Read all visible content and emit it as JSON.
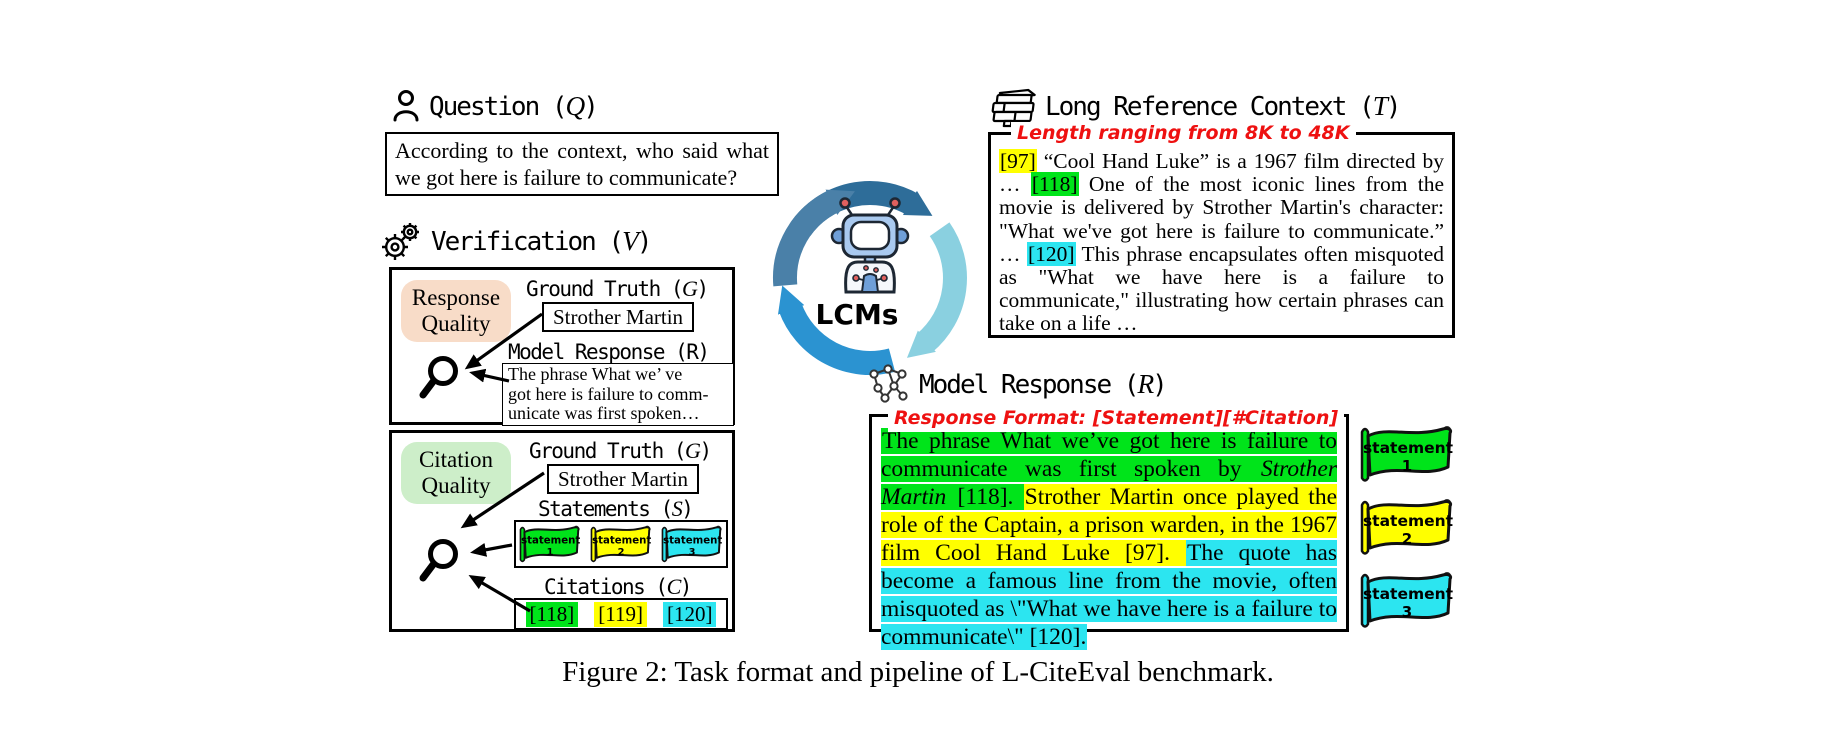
{
  "colors": {
    "yellow": "#ffff00",
    "green": "#00e41a",
    "cyan": "#2ce5f0",
    "badge-pink": "#f8dcc8",
    "badge-green": "#cdeec9",
    "red-note": "#ee1111",
    "arrow-top": "#2e6d99",
    "arrow-right": "#8ad0e0",
    "arrow-bottom": "#2b93d1",
    "arrow-left": "#4a80a8"
  },
  "caption": "Figure 2: Task format and pipeline of L-CiteEval benchmark.",
  "center": {
    "label": "LCMs"
  },
  "question": {
    "title": "Question (Q)",
    "text": "According to the context, who said what we got here is failure to communicate?"
  },
  "verification": {
    "title": "Verification (V)",
    "response_quality": {
      "badge": "Response Quality",
      "ground_truth_title": "Ground Truth (G)",
      "ground_truth_value": "Strother Martin",
      "response_title": "Model Response (R)",
      "response_lines": [
        "The phrase What we’ ve",
        "got here is failure to comm-",
        "unicate was first spoken…"
      ]
    },
    "citation_quality": {
      "badge": "Citation Quality",
      "ground_truth_title": "Ground Truth (G)",
      "ground_truth_value": "Strother Martin",
      "statements_title": "Statements (S)",
      "statements": [
        {
          "label": "statement",
          "num": "1",
          "hl": "green"
        },
        {
          "label": "statement",
          "num": "2",
          "hl": "yellow"
        },
        {
          "label": "statement",
          "num": "3",
          "hl": "cyan"
        }
      ],
      "citations_title": "Citations (C)",
      "citations": [
        {
          "t": "[118]",
          "hl": "green"
        },
        {
          "t": "[119]",
          "hl": "yellow"
        },
        {
          "t": "[120]",
          "hl": "cyan"
        }
      ]
    }
  },
  "context": {
    "title": "Long Reference Context (T)",
    "note": "Length ranging from 8K to 48K",
    "segments": [
      {
        "t": "[97]",
        "hl": "yellow"
      },
      {
        "t": " “Cool Hand Luke” is a 1967 film directed by … "
      },
      {
        "t": "[118]",
        "hl": "green"
      },
      {
        "t": " One of the most iconic lines from the movie is delivered by Strother Martin's character: \"What we've got here is failure to communicate.” … "
      },
      {
        "t": "[120]",
        "hl": "cyan"
      },
      {
        "t": " This phrase encapsulates often misquoted as \"What we have here is a failure to communicate,\" illustrating how certain phrases can take on a life …"
      }
    ]
  },
  "response": {
    "title": "Model Response (R)",
    "note": "Response Format: [Statement][#Citation]",
    "segments": [
      {
        "t": "The phrase What we’ve got here is failure to communicate was first spoken by ",
        "hl": "green"
      },
      {
        "t": "Strother Martin",
        "hl": "green",
        "i": true
      },
      {
        "t": " [118]. ",
        "hl": "green"
      },
      {
        "t": "Strother Martin once played the role of the Captain, a prison warden, in the 1967 film Cool Hand Luke [97]. ",
        "hl": "yellow"
      },
      {
        "t": "The quote has become a famous line from the movie, often misquoted as \\\"What we have here is a failure to communicate\\\" [120].",
        "hl": "cyan"
      }
    ],
    "flags": [
      {
        "label": "statement",
        "num": "1",
        "hl": "green"
      },
      {
        "label": "statement",
        "num": "2",
        "hl": "yellow"
      },
      {
        "label": "statement",
        "num": "3",
        "hl": "cyan"
      }
    ]
  }
}
